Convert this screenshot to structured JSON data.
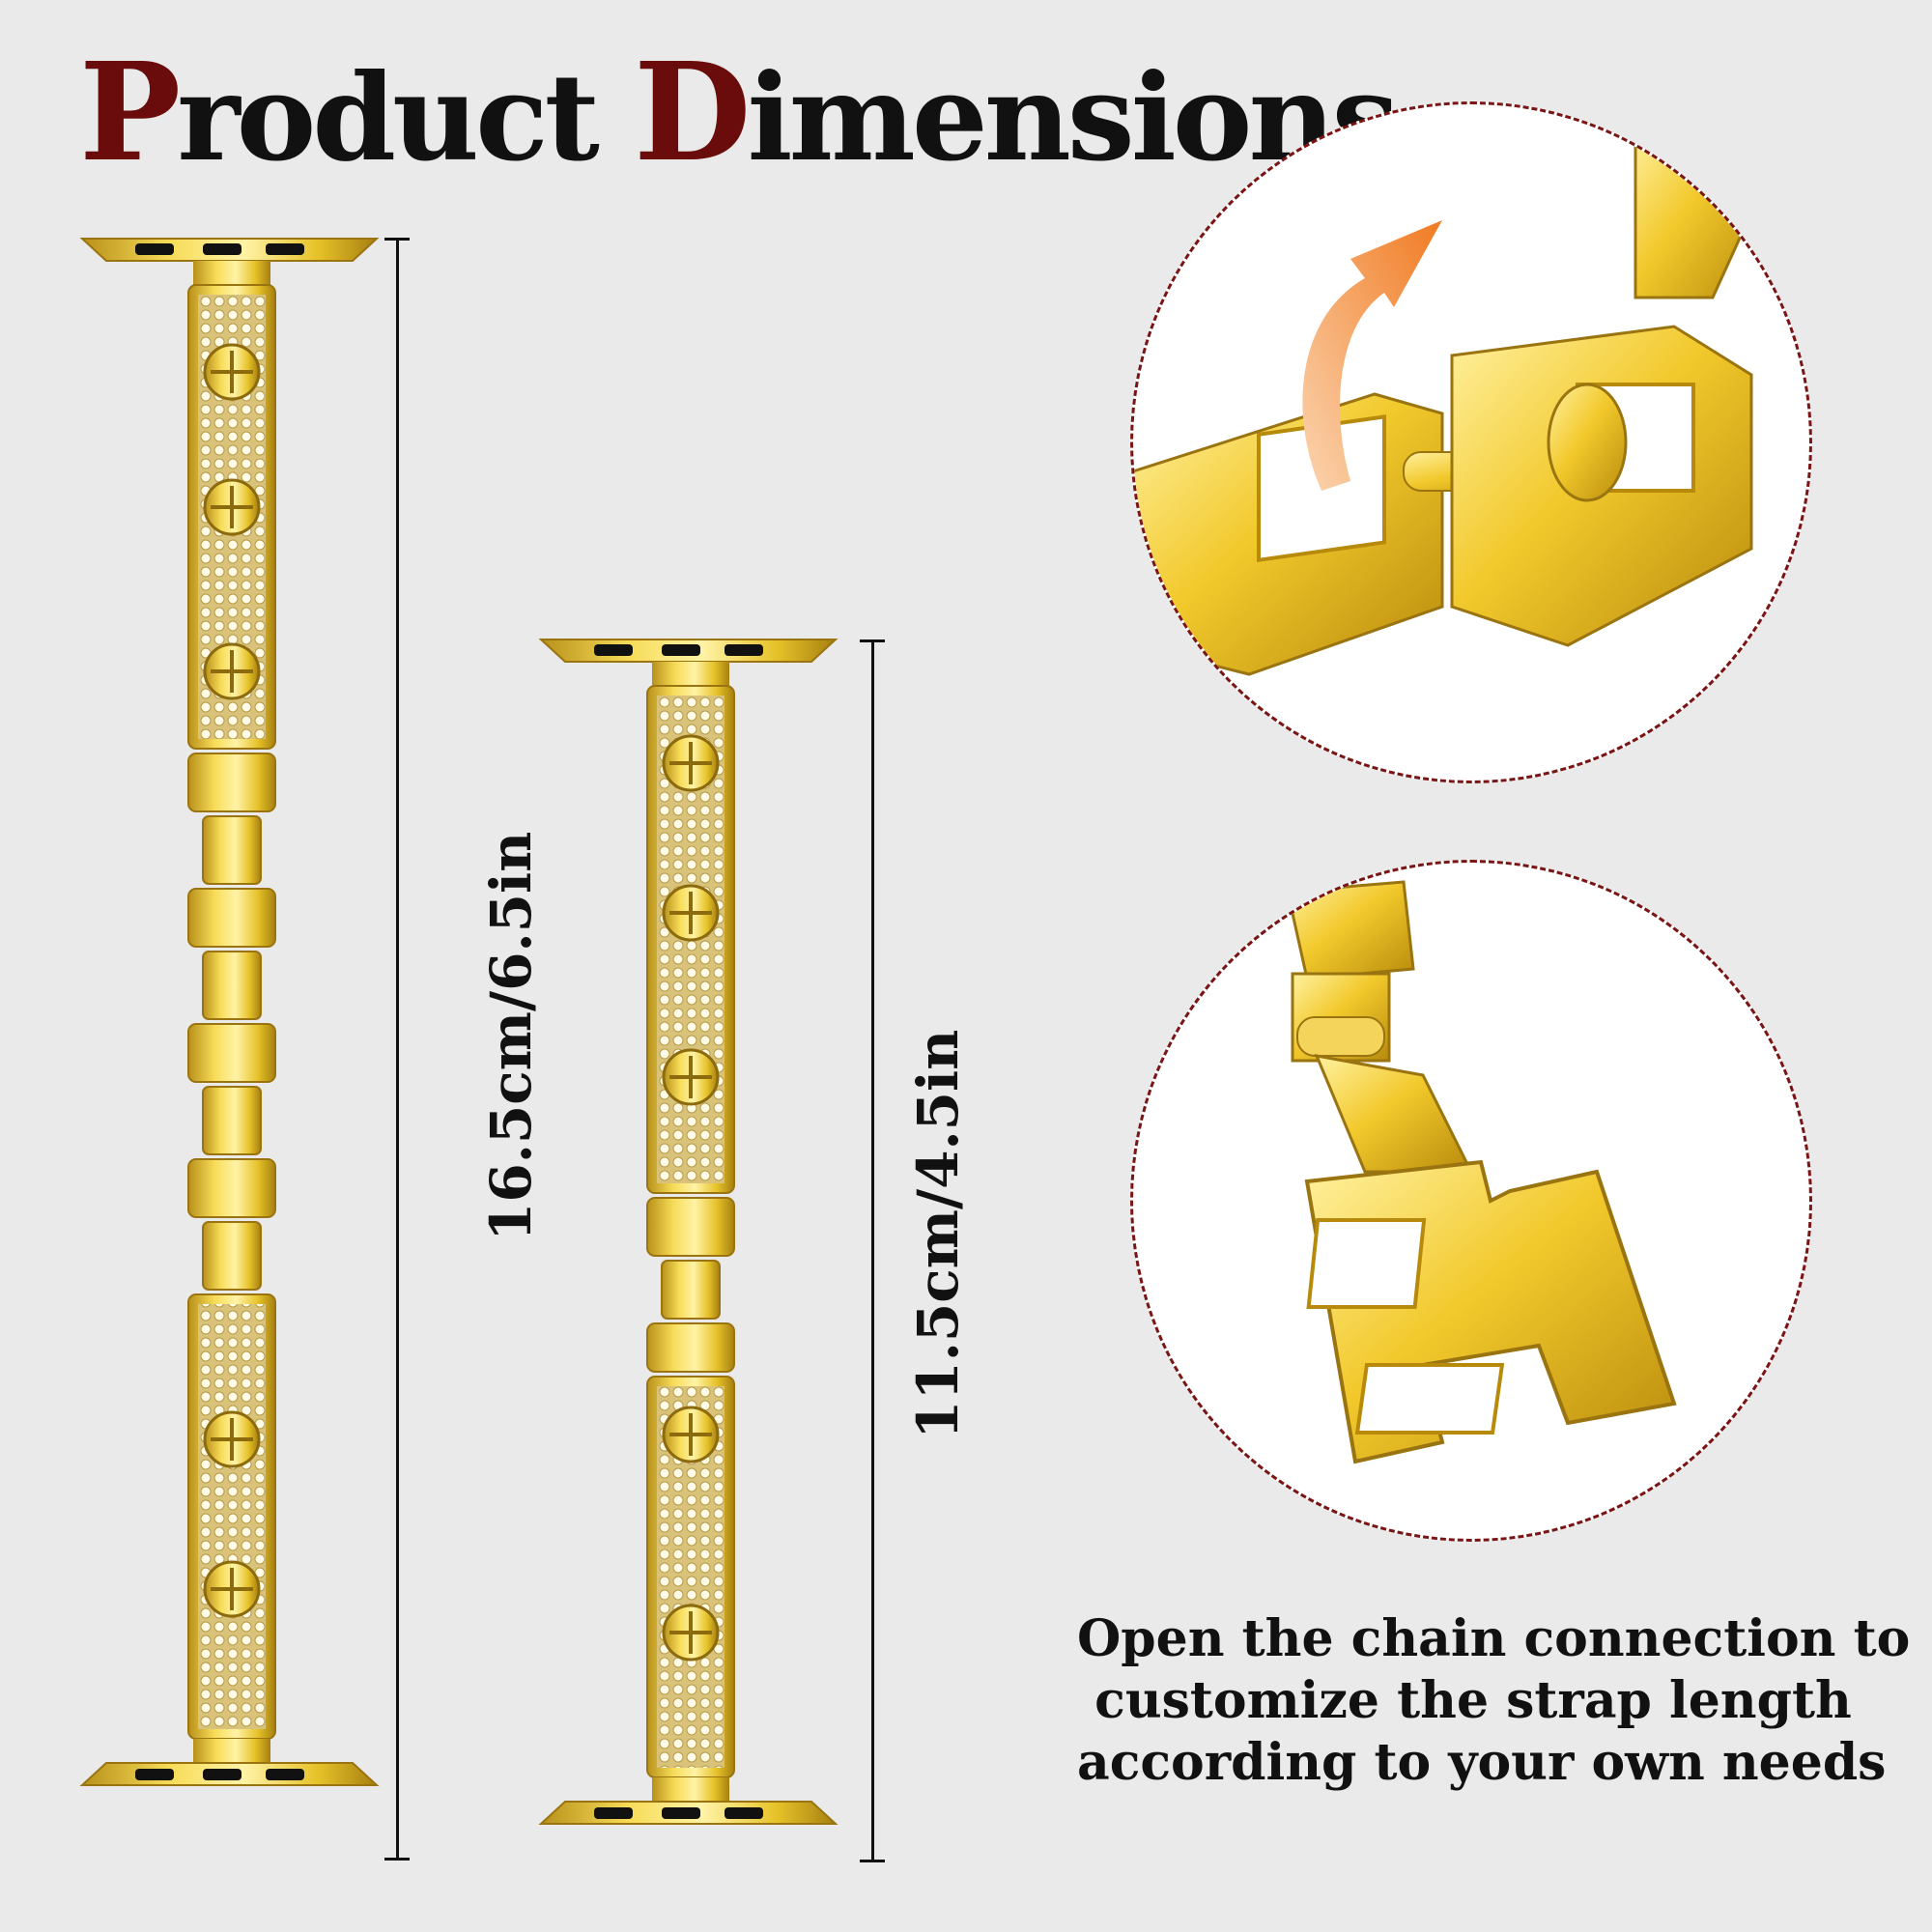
{
  "title": {
    "first_initial": "P",
    "first_rest": "roduct ",
    "second_initial": "D",
    "second_rest": "imensions"
  },
  "colors": {
    "accent": "#6b0c0c",
    "gold": "#e6c229",
    "gold_dark": "#b8901a",
    "arrow": "#f07a22",
    "circle_border": "#7a1515"
  },
  "long_band": {
    "length_label": "16.5cm/6.5in"
  },
  "short_band": {
    "length_label": "11.5cm/4.5in"
  },
  "detail_images": [
    {
      "name": "clasp-open-closeup",
      "arrow_icon": "curved-arrow-icon"
    },
    {
      "name": "clasp-folded-closeup"
    }
  ],
  "caption": {
    "line1": "Open the chain connection to",
    "line2": "customize the strap length",
    "line3": "according to your own needs"
  }
}
